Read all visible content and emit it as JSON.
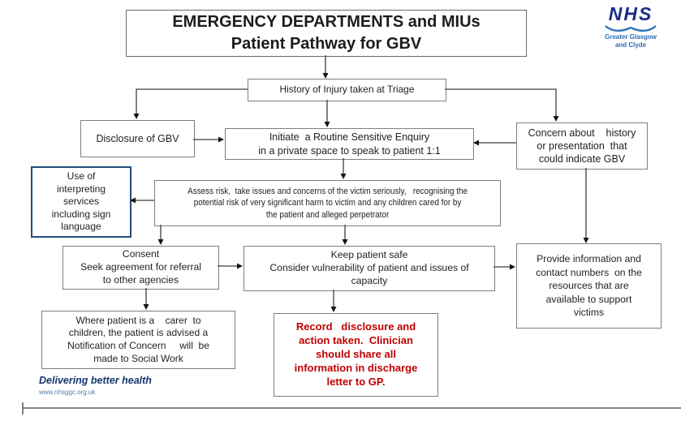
{
  "header": {
    "title": "EMERGENCY DEPARTMENTS and MIUs\nPatient Pathway for GBV",
    "logo": {
      "name": "NHS",
      "org": "Greater Glasgow\nand Clyde"
    }
  },
  "nodes": {
    "triage": "History of Injury taken at Triage",
    "disclosure": "Disclosure of GBV",
    "enquiry": "Initiate  a Routine Sensitive Enquiry\nin a private space to speak to patient 1:1",
    "concern": "Concern about    history\nor presentation  that\ncould indicate GBV",
    "interpreting": "Use of\ninterpreting\nservices\nincluding sign\nlanguage",
    "assess": "Assess risk,  take issues and concerns of the victim seriously,   recognising the\npotential risk of very significant harm to victim and any children cared for by\nthe patient and alleged perpetrator",
    "consent": "Consent\nSeek agreement for referral\nto other agencies",
    "keepsafe": "Keep patient safe\nConsider vulnerability of patient and issues of\ncapacity",
    "provide": "Provide information and\ncontact numbers  on the\nresources that are\navailable to support\nvictims",
    "carer": "Where patient is a    carer  to\nchildren, the patient is advised a\nNotification of Concern     will  be\nmade to Social Work",
    "record": "Record   disclosure and\naction taken.  Clinician\nshould share all\ninformation in discharge\nletter to GP."
  },
  "footer": {
    "tagline": "Delivering better health",
    "website": "www.nhsggc.org.uk"
  },
  "colors": {
    "box_border": "#7f7f7f",
    "interpreting_border": "#1f4e79",
    "record_text": "#c00000",
    "nhs_blue": "#1b2d85",
    "nhs_light_blue": "#2e75b6",
    "tagline_blue": "#17356e",
    "connector": "#3f3f3f"
  }
}
